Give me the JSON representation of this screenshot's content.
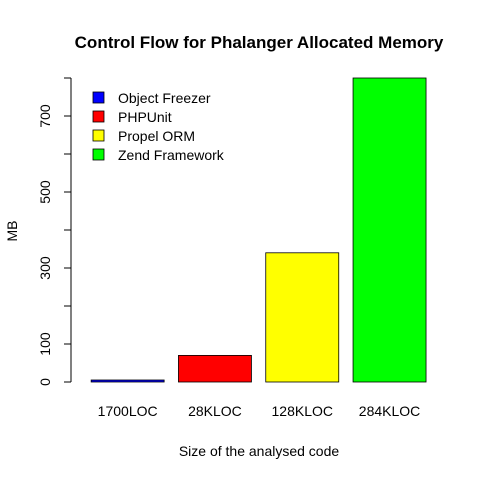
{
  "chart_data": {
    "type": "bar",
    "title": "Control Flow for Phalanger Allocated Memory",
    "xlabel": "Size of the analysed code",
    "ylabel": "MB",
    "categories": [
      "1700LOC",
      "28KLOC",
      "128KLOC",
      "284KLOC"
    ],
    "values": [
      5,
      70,
      340,
      800
    ],
    "colors": [
      "#0000ff",
      "#ff0000",
      "#ffff00",
      "#00ff00"
    ],
    "ylim": [
      0,
      800
    ],
    "yticks": [
      0,
      100,
      300,
      500,
      700
    ],
    "yminor_ticks": [
      200,
      400,
      600,
      800
    ],
    "grid": false,
    "legend_position": "top-left",
    "legend": [
      {
        "label": "Object Freezer",
        "color": "#0000ff"
      },
      {
        "label": "PHPUnit",
        "color": "#ff0000"
      },
      {
        "label": "Propel ORM",
        "color": "#ffff00"
      },
      {
        "label": "Zend Framework",
        "color": "#00ff00"
      }
    ]
  }
}
